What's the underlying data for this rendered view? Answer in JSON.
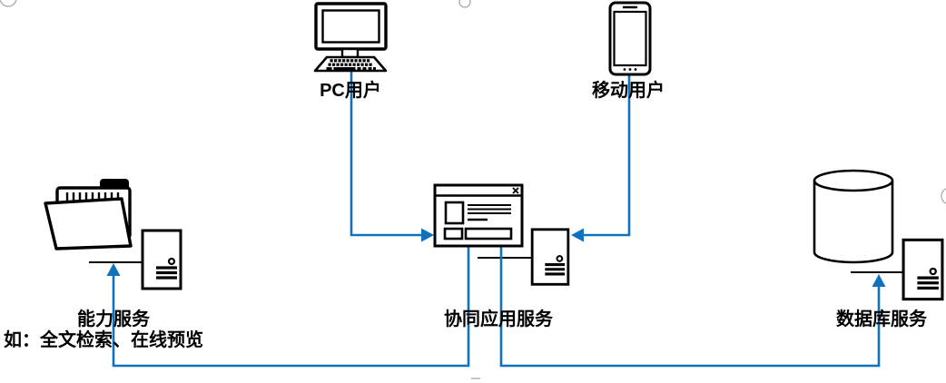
{
  "diagram": {
    "nodes": {
      "pc_user": {
        "label": "PC用户",
        "icon": "desktop-computer-icon"
      },
      "mobile_user": {
        "label": "移动用户",
        "icon": "smartphone-icon"
      },
      "capability_service": {
        "label": "能力服务",
        "sublabel": "如：全文检索、在线预览",
        "icons": [
          "open-folder-icon",
          "server-icon"
        ]
      },
      "collaboration_service": {
        "label": "协同应用服务",
        "icons": [
          "application-window-icon",
          "server-icon"
        ]
      },
      "database_service": {
        "label": "数据库服务",
        "icons": [
          "database-cylinder-icon",
          "server-icon"
        ]
      }
    },
    "edges": [
      {
        "from": "pc_user",
        "to": "collaboration_service",
        "style": "arrow"
      },
      {
        "from": "mobile_user",
        "to": "collaboration_service",
        "style": "arrow"
      },
      {
        "from": "collaboration_service",
        "to": "capability_service",
        "style": "arrow"
      },
      {
        "from": "collaboration_service",
        "to": "database_service",
        "style": "arrow"
      }
    ],
    "colors": {
      "connector": "#1072BC",
      "outline": "#000000",
      "background": "#FFFFFF",
      "artifact_gray": "#AFAFAF"
    }
  }
}
